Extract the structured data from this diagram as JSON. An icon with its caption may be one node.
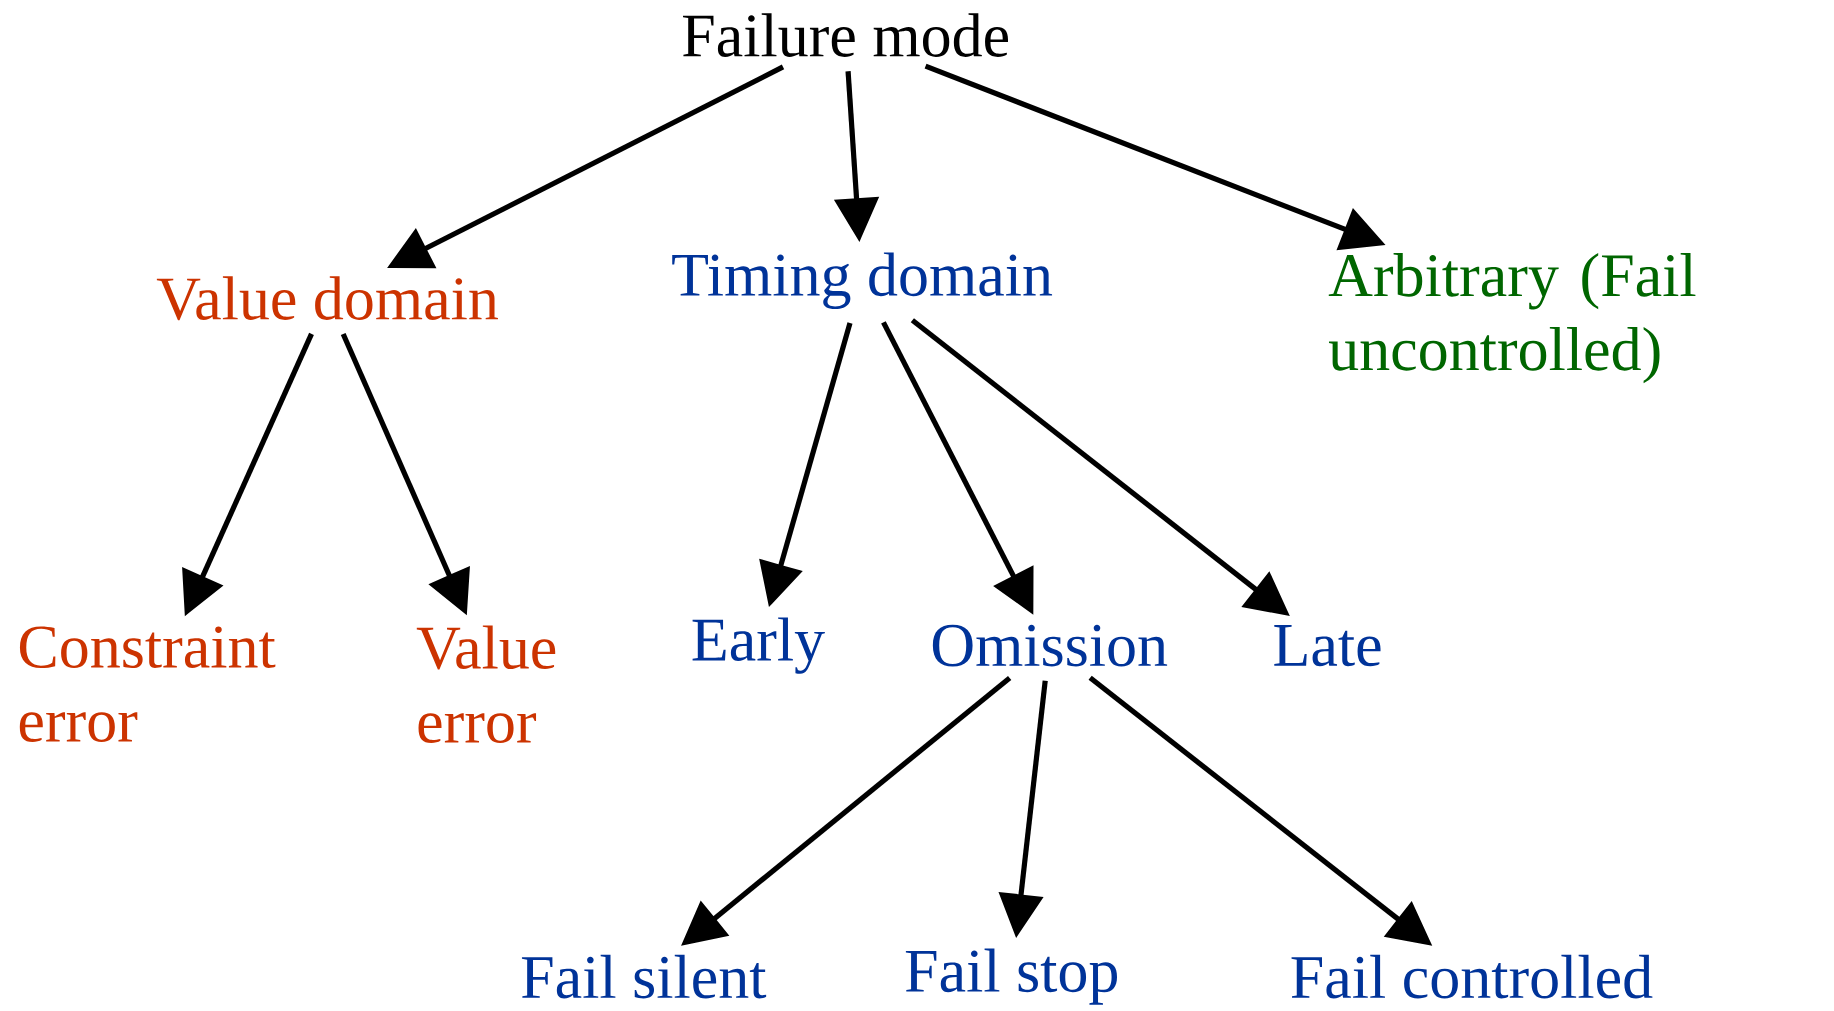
{
  "diagram": {
    "nodes": [
      {
        "text": [
          "Failure mode"
        ]
      },
      {
        "text": [
          "Value domain"
        ]
      },
      {
        "text": [
          "Timing domain"
        ]
      },
      {
        "text": [
          "Arbitrary (Fail uncontrolled)"
        ]
      },
      {
        "text": [
          "Constraint error"
        ]
      },
      {
        "text": [
          "Value error"
        ]
      },
      {
        "text": [
          "Early"
        ]
      },
      {
        "text": [
          "Omission"
        ]
      },
      {
        "text": [
          "Late"
        ]
      },
      {
        "text": [
          "Fail silent"
        ]
      },
      {
        "text": [
          "Fail stop"
        ]
      },
      {
        "text": [
          "Fail controlled"
        ]
      }
    ],
    "edges": [
      {
        "from": 0,
        "to": 1,
        "arrow": "to"
      },
      {
        "from": 0,
        "to": 2,
        "arrow": "to"
      },
      {
        "from": 0,
        "to": 3,
        "arrow": "to"
      },
      {
        "from": 1,
        "to": 4,
        "arrow": "to"
      },
      {
        "from": 1,
        "to": 5,
        "arrow": "to"
      },
      {
        "from": 2,
        "to": 6,
        "arrow": "to"
      },
      {
        "from": 2,
        "to": 7,
        "arrow": "to"
      },
      {
        "from": 2,
        "to": 8,
        "arrow": "to"
      },
      {
        "from": 7,
        "to": 9,
        "arrow": "to"
      },
      {
        "from": 7,
        "to": 10,
        "arrow": "to"
      },
      {
        "from": 7,
        "to": 11,
        "arrow": "to"
      }
    ]
  }
}
